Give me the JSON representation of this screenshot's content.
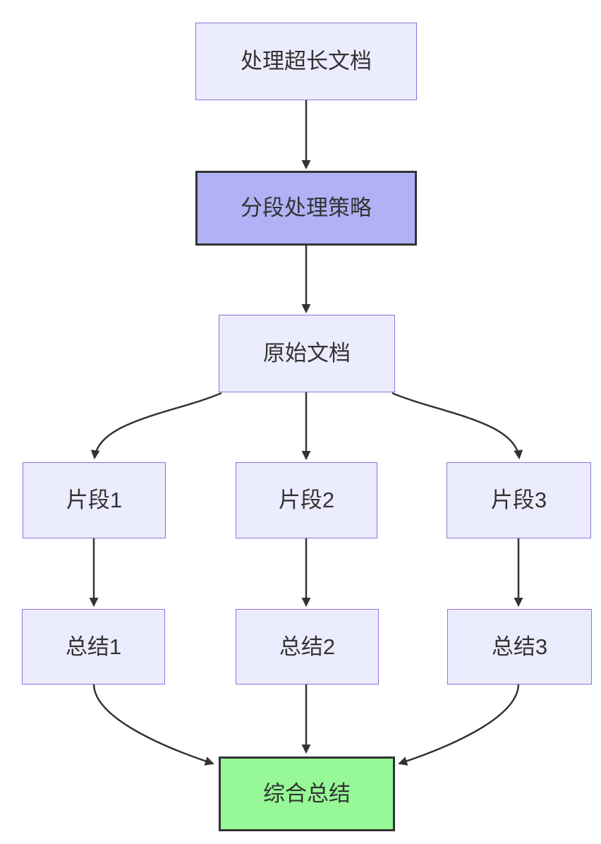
{
  "diagram": {
    "type": "flowchart-top-down",
    "nodes": [
      {
        "id": "A",
        "label": "处理超长文档",
        "style": "default"
      },
      {
        "id": "B",
        "label": "分段处理策略",
        "style": "highlight-purple"
      },
      {
        "id": "C",
        "label": "原始文档",
        "style": "default"
      },
      {
        "id": "D",
        "label": "片段1",
        "style": "default"
      },
      {
        "id": "E",
        "label": "片段2",
        "style": "default"
      },
      {
        "id": "F",
        "label": "片段3",
        "style": "default"
      },
      {
        "id": "G",
        "label": "总结1",
        "style": "default"
      },
      {
        "id": "H",
        "label": "总结2",
        "style": "default"
      },
      {
        "id": "I",
        "label": "总结3",
        "style": "default"
      },
      {
        "id": "J",
        "label": "综合总结",
        "style": "highlight-green"
      }
    ],
    "edges": [
      {
        "from": "处理超长文档",
        "to": "分段处理策略"
      },
      {
        "from": "分段处理策略",
        "to": "原始文档"
      },
      {
        "from": "原始文档",
        "to": "片段1"
      },
      {
        "from": "原始文档",
        "to": "片段2"
      },
      {
        "from": "原始文档",
        "to": "片段3"
      },
      {
        "from": "片段1",
        "to": "总结1"
      },
      {
        "from": "片段2",
        "to": "总结2"
      },
      {
        "from": "片段3",
        "to": "总结3"
      },
      {
        "from": "总结1",
        "to": "综合总结"
      },
      {
        "from": "总结2",
        "to": "综合总结"
      },
      {
        "from": "总结3",
        "to": "综合总结"
      }
    ],
    "colors": {
      "node_fill": "#ECECFF",
      "node_border": "#9370DB",
      "highlight_fill": "#B1B1F5",
      "highlight_border": "#333333",
      "result_fill": "#96F896",
      "result_border": "#333333",
      "edge": "#333333",
      "text": "#333333",
      "background": "#FFFFFF"
    }
  }
}
